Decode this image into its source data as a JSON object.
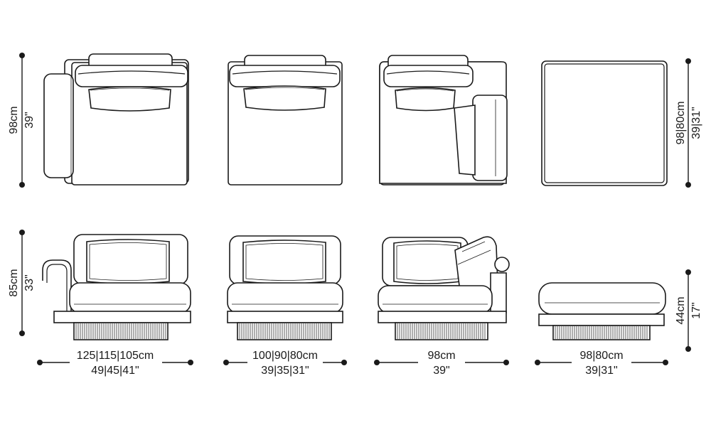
{
  "colors": {
    "ink": "#1a1a1a",
    "background": "#ffffff"
  },
  "left_dims": {
    "depth_cm": "98cm",
    "depth_in": "39\"",
    "height_cm": "85cm",
    "height_in": "33\""
  },
  "right_dims": {
    "ottoman_depth_cm": "98|80cm",
    "ottoman_depth_in": "39|31\"",
    "ottoman_height_cm": "44cm",
    "ottoman_height_in": "17\""
  },
  "modules": [
    {
      "width_cm": "125|115|105cm",
      "width_in": "49|45|41\""
    },
    {
      "width_cm": "100|90|80cm",
      "width_in": "39|35|31\""
    },
    {
      "width_cm": "98cm",
      "width_in": "39\""
    },
    {
      "width_cm": "98|80cm",
      "width_in": "39|31\""
    }
  ]
}
